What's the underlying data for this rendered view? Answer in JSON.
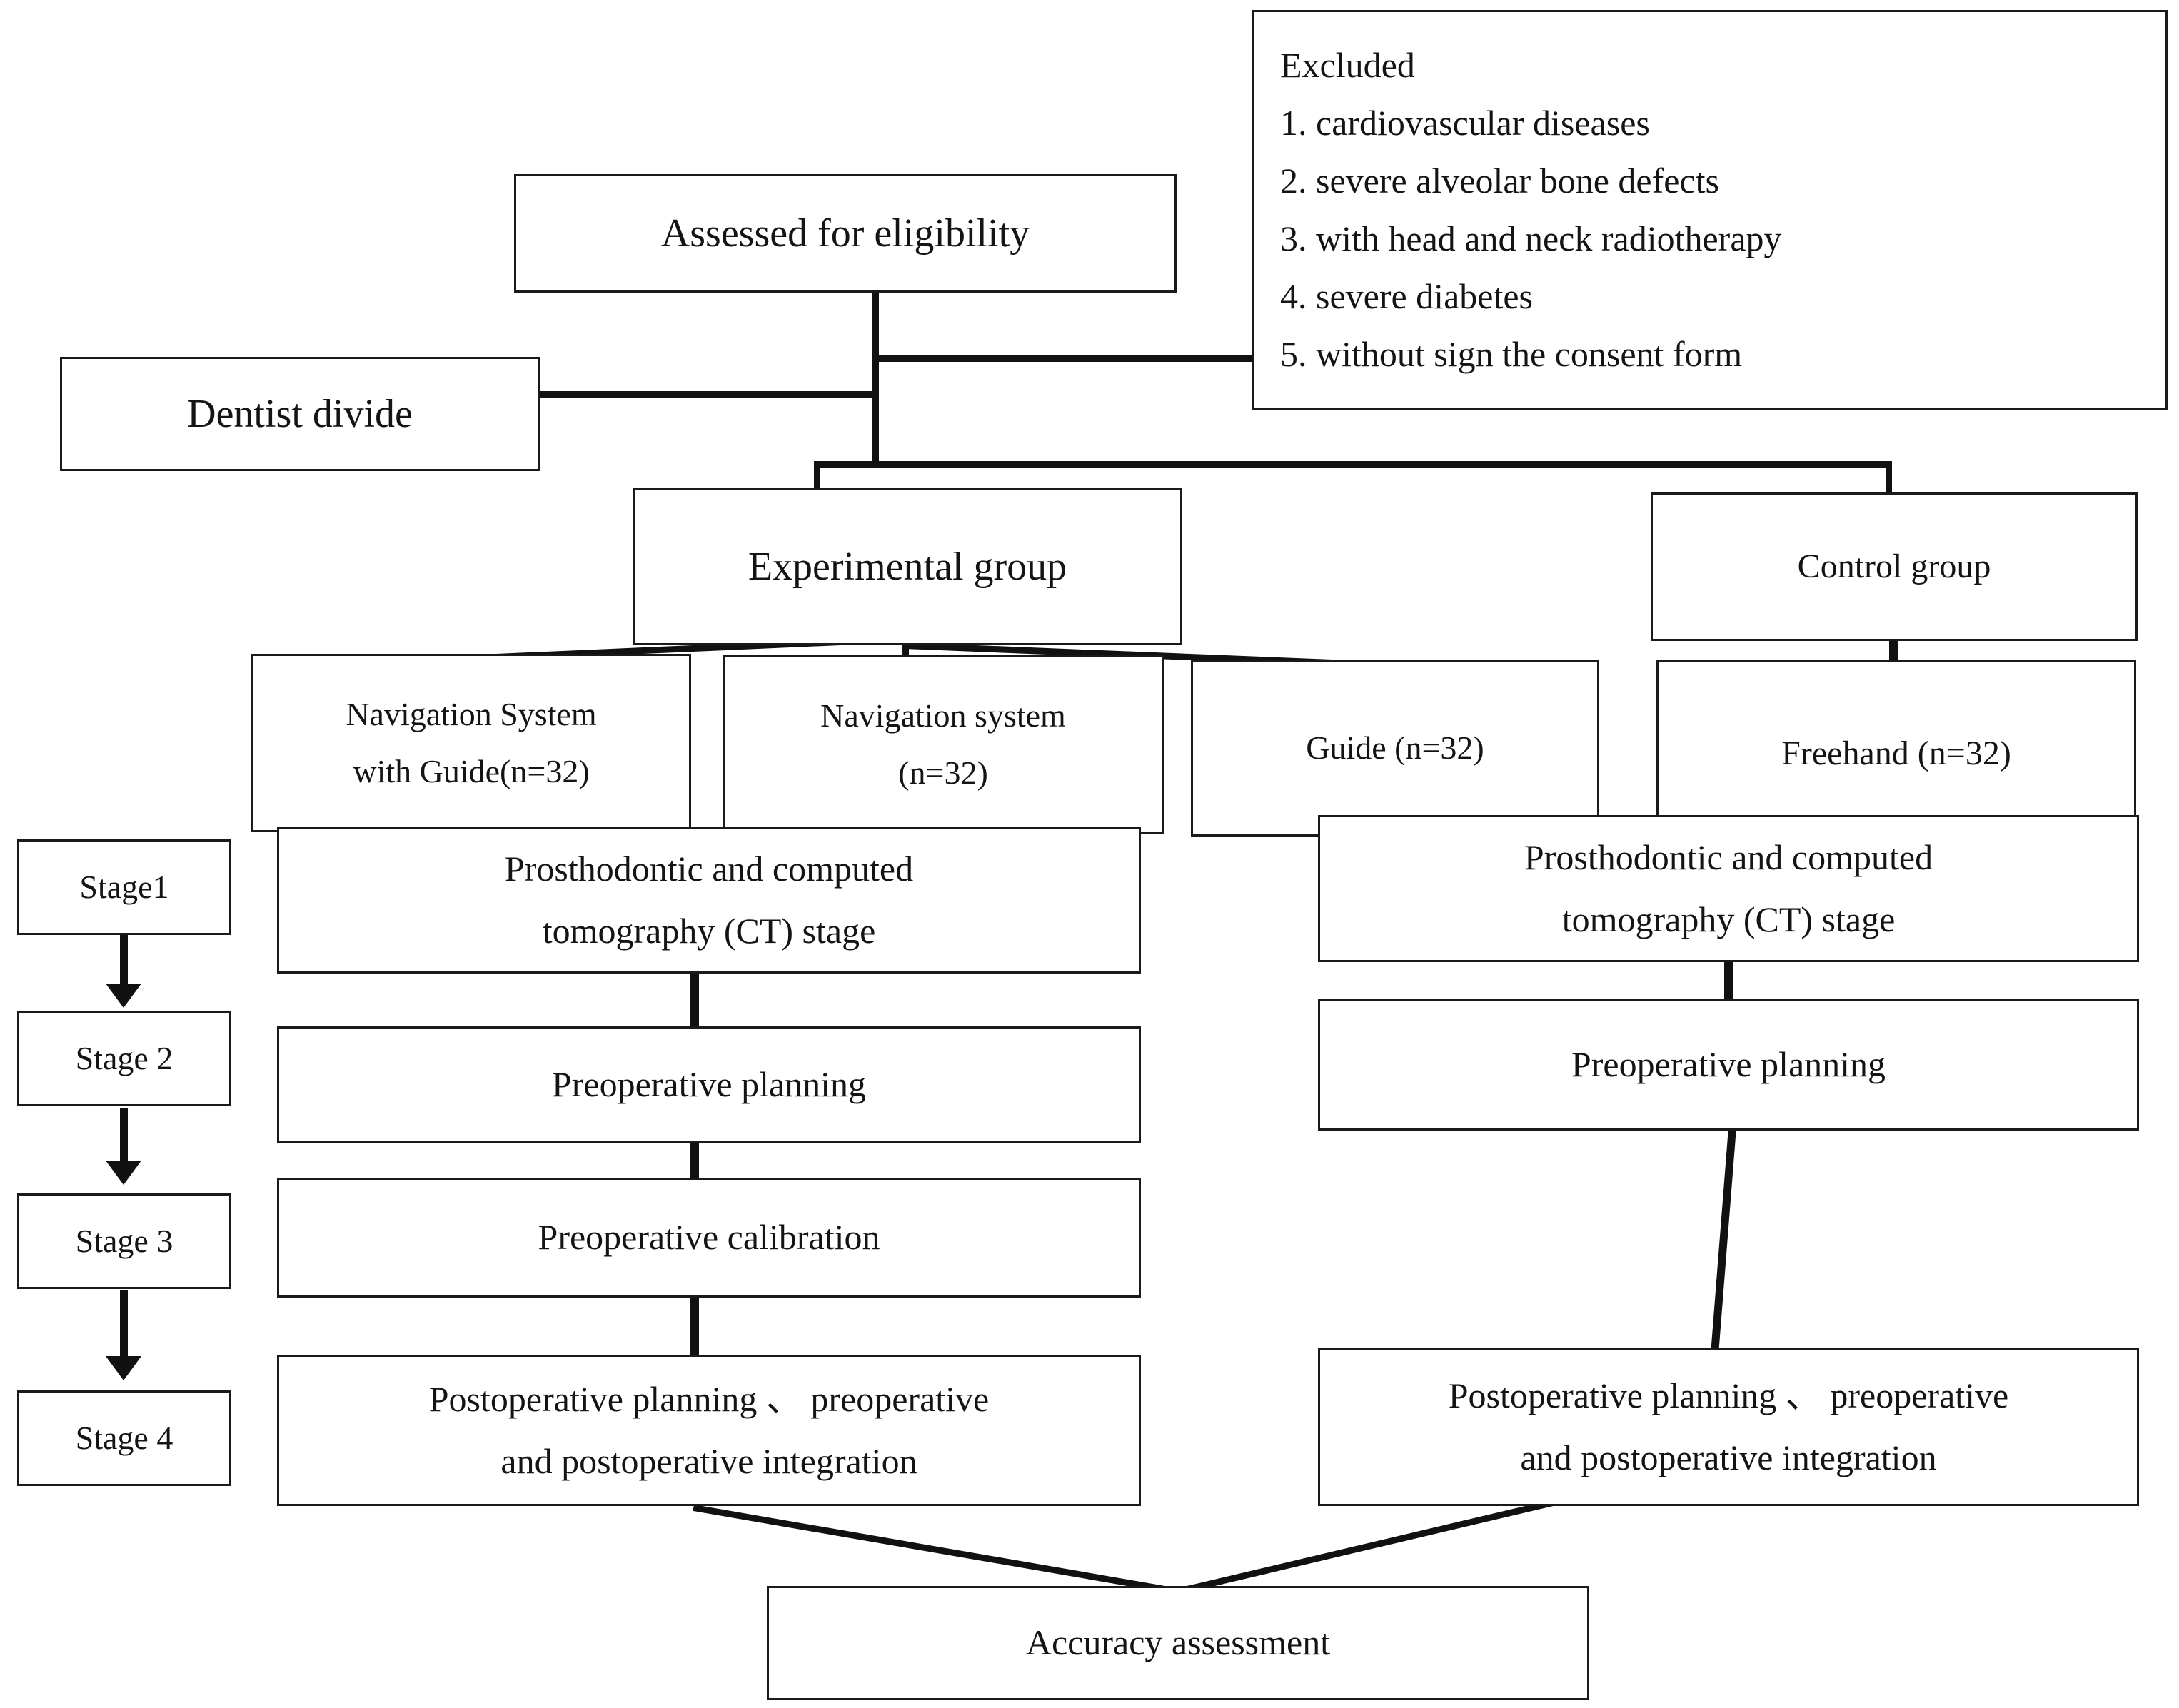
{
  "diagram": {
    "title": "Clinical trial flowchart for implant placement accuracy study",
    "nodes": {
      "assessed": "Assessed for eligibility",
      "dentist_divide": "Dentist divide",
      "experimental_group": "Experimental group",
      "control_group": "Control group",
      "navigation_with_guide": "Navigation System\nwith Guide(n=32)",
      "navigation_system": "Navigation system\n(n=32)",
      "guide": "Guide (n=32)",
      "freehand": "Freehand (n=32)",
      "left_ct_stage": "Prosthodontic and computed\ntomography (CT) stage",
      "left_preoperative_planning": "Preoperative planning",
      "left_preoperative_calibration": "Preoperative calibration",
      "left_postoperative": "Postoperative planning 、 preoperative\nand postoperative integration",
      "right_ct_stage": "Prosthodontic and computed\ntomography (CT) stage",
      "right_preoperative_planning": "Preoperative planning",
      "right_postoperative": "Postoperative planning 、 preoperative\nand postoperative integration",
      "accuracy_assessment": "Accuracy assessment"
    },
    "excluded": {
      "heading": "Excluded",
      "items": [
        "1. cardiovascular diseases",
        "2. severe alveolar bone defects",
        "3. with head and neck radiotherapy",
        "4. severe diabetes",
        "5. without sign the consent form"
      ]
    },
    "stages": [
      {
        "label": "Stage1"
      },
      {
        "label": "Stage 2"
      },
      {
        "label": "Stage 3"
      },
      {
        "label": "Stage 4"
      }
    ],
    "group_sizes": {
      "navigation_with_guide": 32,
      "navigation_system": 32,
      "guide": 32,
      "freehand": 32
    },
    "colors": {
      "stroke": "#1a1a1a",
      "text": "#141414",
      "background": "#ffffff"
    }
  }
}
